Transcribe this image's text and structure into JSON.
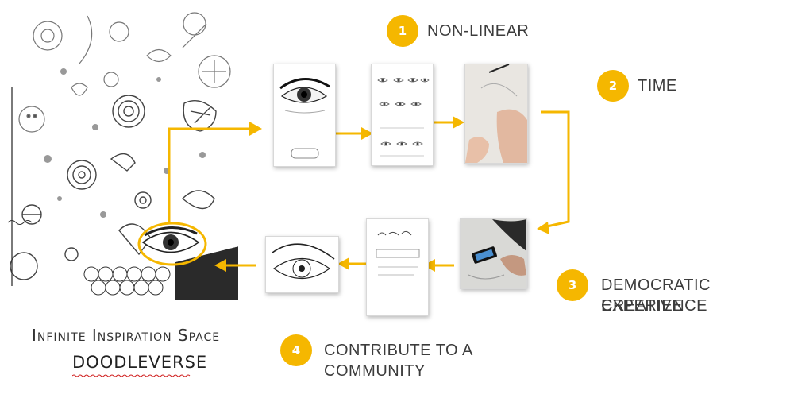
{
  "colors": {
    "accent": "#F5B700",
    "text": "#3c3c3c"
  },
  "steps": [
    {
      "number": "1",
      "label": "NON-LINEAR"
    },
    {
      "number": "2",
      "label": "TIME"
    },
    {
      "number": "3",
      "label_line1": "DEMOCRATIC CREATIVE",
      "label_line2": "EXPERIENCE"
    },
    {
      "number": "4",
      "label_line1": "CONTRIBUTE TO A",
      "label_line2": "COMMUNITY"
    }
  ],
  "title": {
    "line1": "Infinite Inspiration Space",
    "line2": "DOODLEVERSE"
  },
  "icons": [
    "play-icon"
  ]
}
